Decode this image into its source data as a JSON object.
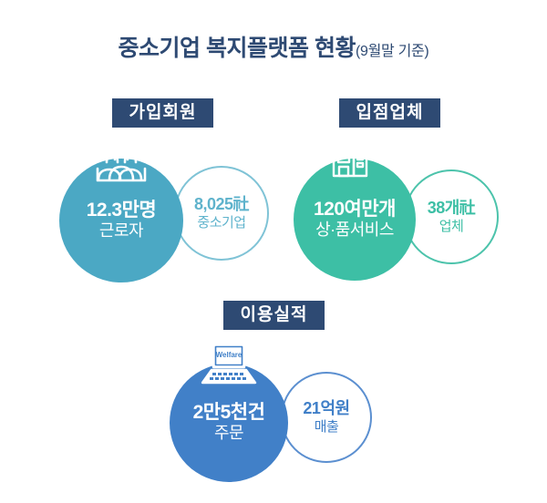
{
  "title": {
    "main": "중소기업 복지플랫폼 현황",
    "sub": "(9월말 기준)"
  },
  "colors": {
    "navy": "#2E4A73",
    "teal": "#4BA8C4",
    "teal_light": "#7FC3D6",
    "green": "#3DBFA5",
    "green_light": "#4CC3AB",
    "blue": "#4180C8",
    "blue_light": "#5B8FD0",
    "background": "#FFFFFF"
  },
  "sections": [
    {
      "header": "가입회원",
      "icon": "people-group-icon",
      "primary": {
        "value": "12.3만명",
        "label": "근로자"
      },
      "secondary": {
        "value": "8,025社",
        "label": "중소기업"
      }
    },
    {
      "header": "입점업체",
      "icon": "office-building-icon",
      "primary": {
        "value": "120여만개",
        "label": "상·품서비스"
      },
      "secondary": {
        "value": "38개社",
        "label": "업체"
      }
    },
    {
      "header": "이용실적",
      "icon": "laptop-welfare-icon",
      "icon_text": "Welfare",
      "primary": {
        "value": "2만5천건",
        "label": "주문"
      },
      "secondary": {
        "value": "21억원",
        "label": "매출"
      }
    }
  ]
}
